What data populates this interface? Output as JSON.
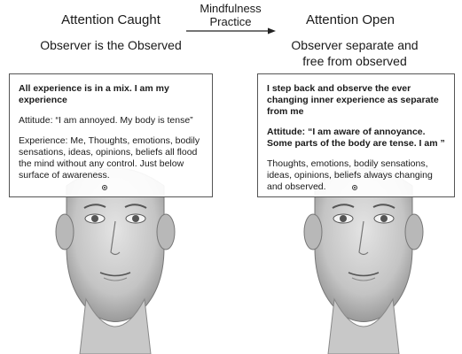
{
  "left": {
    "heading": "Attention Caught",
    "subheading": "Observer is the Observed",
    "box": {
      "line1": "All experience is in a mix. I am my experience",
      "line2": "Attitude: “I am annoyed. My body is tense”",
      "line3": "Experience: Me, Thoughts, emotions, bodily sensations, ideas, opinions, beliefs all flood the mind without any control. Just below surface of awareness."
    }
  },
  "center": {
    "heading": "Mindfulness Practice"
  },
  "right": {
    "heading": "Attention Open",
    "subheading": "Observer separate and free from observed",
    "box": {
      "line1": "I step back and observe the ever changing inner experience as separate from me",
      "line2": "Attitude: “I am aware of annoyance. Some parts of the body are tense. I am ”",
      "line3": "Thoughts, emotions, bodily sensations, ideas, opinions, beliefs always changing and observed."
    }
  }
}
